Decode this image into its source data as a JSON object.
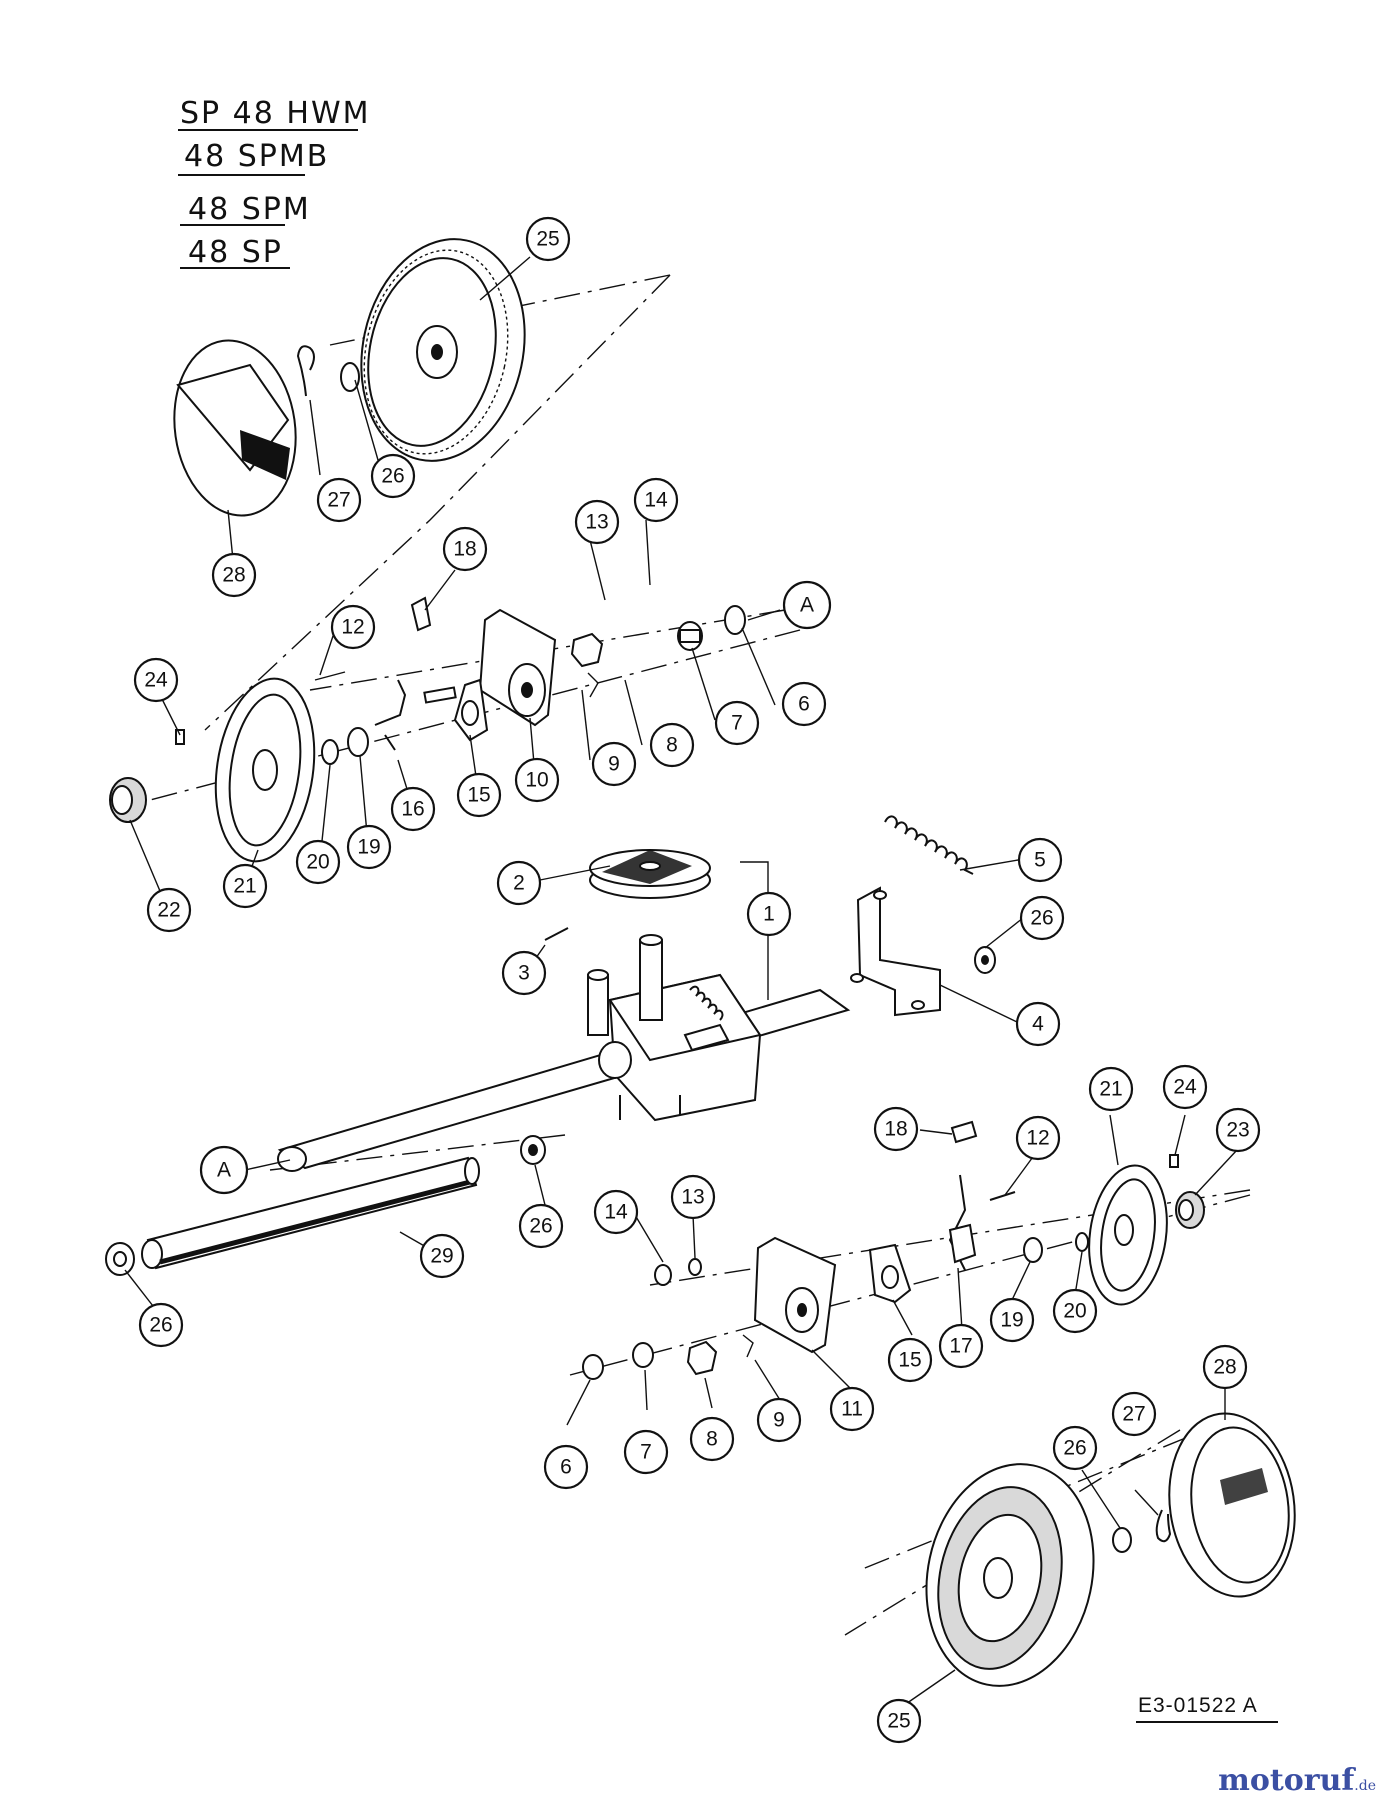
{
  "models": [
    "SP 48 HWM",
    "48 SPMB",
    "48 SPM",
    "48 SP"
  ],
  "drawing_number": "E3-01522 A",
  "watermark": {
    "main": "motoruf",
    "suffix": ".de",
    "color_main": "#3b4fa3",
    "color_o": "#e53a2a"
  },
  "callouts": [
    {
      "label": "25"
    },
    {
      "label": "26"
    },
    {
      "label": "27"
    },
    {
      "label": "28"
    },
    {
      "label": "13"
    },
    {
      "label": "14"
    },
    {
      "label": "18"
    },
    {
      "label": "12"
    },
    {
      "label": "A"
    },
    {
      "label": "24"
    },
    {
      "label": "6"
    },
    {
      "label": "7"
    },
    {
      "label": "8"
    },
    {
      "label": "9"
    },
    {
      "label": "10"
    },
    {
      "label": "15"
    },
    {
      "label": "16"
    },
    {
      "label": "19"
    },
    {
      "label": "20"
    },
    {
      "label": "21"
    },
    {
      "label": "22"
    },
    {
      "label": "5"
    },
    {
      "label": "2"
    },
    {
      "label": "1"
    },
    {
      "label": "26"
    },
    {
      "label": "3"
    },
    {
      "label": "4"
    },
    {
      "label": "21"
    },
    {
      "label": "24"
    },
    {
      "label": "23"
    },
    {
      "label": "18"
    },
    {
      "label": "12"
    },
    {
      "label": "A"
    },
    {
      "label": "14"
    },
    {
      "label": "13"
    },
    {
      "label": "26"
    },
    {
      "label": "29"
    },
    {
      "label": "26"
    },
    {
      "label": "19"
    },
    {
      "label": "20"
    },
    {
      "label": "15"
    },
    {
      "label": "17"
    },
    {
      "label": "11"
    },
    {
      "label": "9"
    },
    {
      "label": "8"
    },
    {
      "label": "7"
    },
    {
      "label": "6"
    },
    {
      "label": "28"
    },
    {
      "label": "27"
    },
    {
      "label": "26"
    },
    {
      "label": "25"
    }
  ]
}
